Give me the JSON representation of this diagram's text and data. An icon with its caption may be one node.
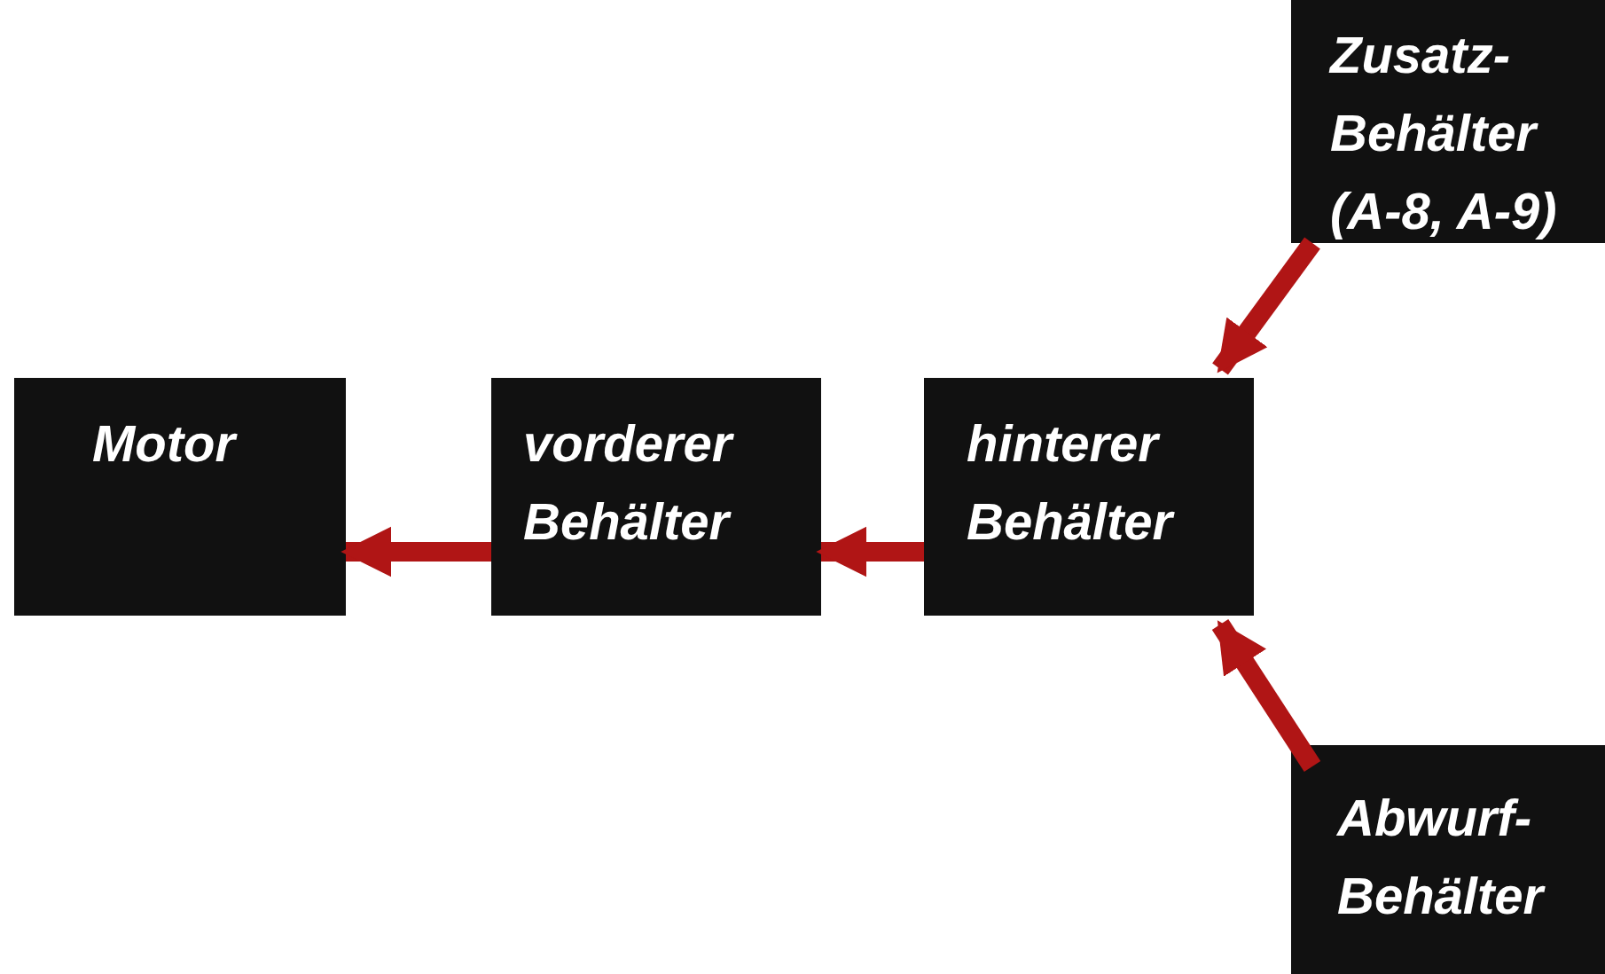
{
  "diagram": {
    "nodes": [
      {
        "text": [
          "Zusatz- Behälter (A-8, A-9)"
        ]
      },
      {
        "text": [
          "Motor"
        ]
      },
      {
        "text": [
          "vorderer Behälter"
        ]
      },
      {
        "text": [
          "hinterer Behälter"
        ]
      },
      {
        "text": [
          "Abwurf- Behälter"
        ]
      }
    ],
    "edges": [
      {
        "from": 2,
        "to": 1,
        "arrow": "to"
      },
      {
        "from": 3,
        "to": 2,
        "arrow": "to"
      },
      {
        "from": 0,
        "to": 3,
        "arrow": "to"
      },
      {
        "from": 4,
        "to": 3,
        "arrow": "to"
      }
    ]
  }
}
